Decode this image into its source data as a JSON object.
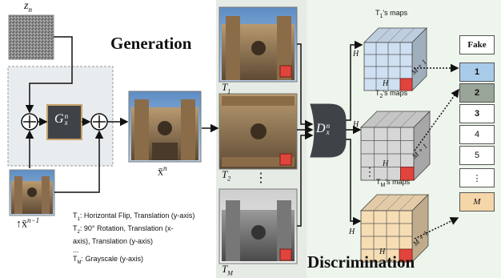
{
  "noise_label": "z",
  "noise_sub": "n",
  "generator": {
    "label": "G",
    "sup": "n",
    "sub": "x"
  },
  "output": {
    "label": "x̄",
    "sup": "n"
  },
  "input": {
    "label": "↑x̄",
    "sup": "n−1"
  },
  "generation_title": "Generation",
  "discrimination_title": "Discrimination",
  "transforms": [
    {
      "label": "T",
      "sub": "1"
    },
    {
      "label": "T",
      "sub": "2"
    },
    {
      "label": "T",
      "sub": "M"
    }
  ],
  "vdots": "⋮",
  "discriminator": {
    "label": "D",
    "sup": "n",
    "sub": "x"
  },
  "maps": [
    {
      "title": "T",
      "sub": "1",
      "suffix": "'s maps",
      "h": "H",
      "w": "H",
      "m": "M + 1",
      "color": "#cfe0f2"
    },
    {
      "title": "T",
      "sub": "2",
      "suffix": "'s maps",
      "h": "H",
      "w": "H",
      "m": "M + 1",
      "color": "#d6d6d6"
    },
    {
      "title": "T",
      "sub": "M",
      "suffix": "'s maps",
      "h": "H",
      "w": "H",
      "m": "M + 1",
      "color": "#f6ddb4"
    }
  ],
  "fake_header": "Fake",
  "fake_cells": [
    {
      "text": "1",
      "bg": "#a9cbea",
      "bold": true
    },
    {
      "text": "2",
      "bg": "#9aa59a",
      "bold": true
    },
    {
      "text": "3",
      "bg": "#ffffff",
      "bold": true
    },
    {
      "text": "4",
      "bg": "#ffffff",
      "bold": false
    },
    {
      "text": "5",
      "bg": "#ffffff",
      "bold": false
    },
    {
      "text": "⋮",
      "bg": "#ffffff",
      "bold": false
    },
    {
      "text": "M",
      "bg": "#f4d6a8",
      "bold": false
    }
  ],
  "legend_lines": [
    {
      "pre": "T",
      "sub": "1",
      "text": ": Horizontal Flip, Translation (y-axis)"
    },
    {
      "pre": "T",
      "sub": "2",
      "text": ": 90° Rotation, Translation (x-"
    },
    {
      "pre": "",
      "sub": "",
      "text": "axis), Translation (y-axis)"
    },
    {
      "pre": "",
      "sub": "",
      "text": "..."
    },
    {
      "pre": "T",
      "sub": "M",
      "text": ": Grayscale (y-axis)"
    }
  ],
  "colors": {
    "accent_red": "#e0443c",
    "panel_green": "#eef5ec",
    "panel_gray": "#e6ebe6",
    "dark_box": "#3f4348"
  }
}
